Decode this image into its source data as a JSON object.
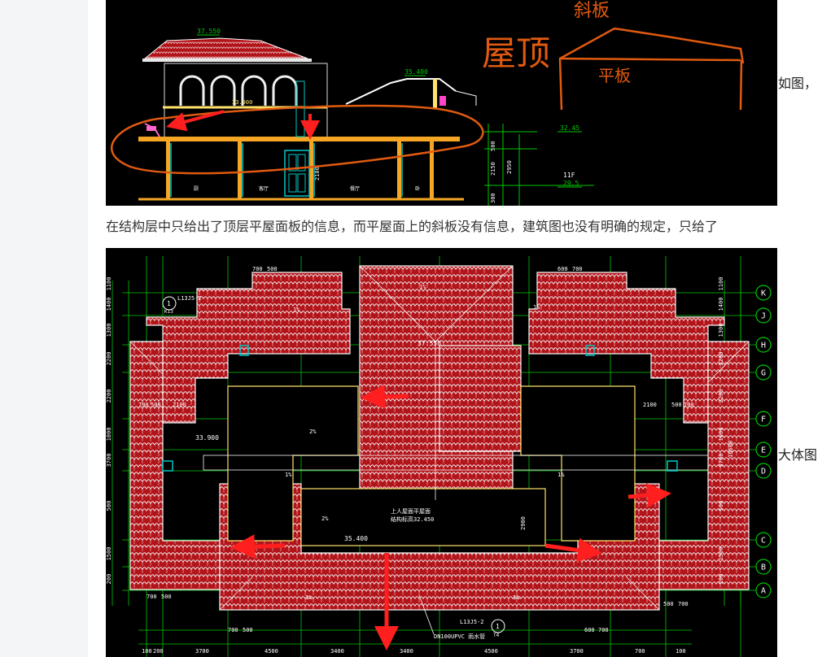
{
  "article": {
    "caption_1": "如图，",
    "paragraph": "在结构层中只给出了顶层平屋面板的信息，而平屋面上的斜板没有信息，建筑图也没有明确的规定，只给了",
    "caption_2": "大体图"
  },
  "section_drawing": {
    "elevations": [
      "37.550",
      "35.400",
      "33.900",
      "32.45",
      "29.5"
    ],
    "floor_label": "11F",
    "dims": [
      "500",
      "2150",
      "2950",
      "2100",
      "300"
    ],
    "handwriting": {
      "roof": "屋顶",
      "slope_slab": "斜板",
      "flat_slab": "平板"
    }
  },
  "plan_drawing": {
    "grid_labels": [
      "K",
      "J",
      "H",
      "G",
      "F",
      "E",
      "D",
      "C",
      "B",
      "A"
    ],
    "left_dims": [
      "1100",
      "1400",
      "1300",
      "2200",
      "2200",
      "1000",
      "3700",
      "500",
      "1500",
      "200"
    ],
    "right_dims": [
      "1100",
      "1400",
      "1300",
      "2200",
      "2200",
      "1000",
      "3700",
      "500",
      "1500",
      "200"
    ],
    "right_total": "16500",
    "bottom_dims": [
      "100",
      "200",
      "3700",
      "4500",
      "3400",
      "3400",
      "4500",
      "3700",
      "700",
      "100"
    ],
    "top_small_dims": [
      "700",
      "500",
      "600",
      "700"
    ],
    "side_small_dims": [
      "700",
      "500",
      "2100",
      "2100",
      "500",
      "700",
      "700",
      "500",
      "500",
      "700",
      "700",
      "500",
      "600",
      "700"
    ],
    "elevations": [
      "37.550",
      "33.900",
      "35.400"
    ],
    "slopes": [
      "1%",
      "2%"
    ],
    "detail_refs": [
      "L13J5-2",
      "K13",
      "L13J5-2",
      "T4"
    ],
    "detail_numbers": [
      "1",
      "1"
    ],
    "note_line1": "上人屋面平屋面",
    "note_line2": "结构标高32.450",
    "drain_note": "DN100UPVC 雨水管",
    "inner_dims": [
      "2900",
      "700"
    ]
  },
  "colors": {
    "cad_background": "#000000",
    "roof_tile": "#c4161c",
    "grid_line": "#00c800",
    "arrow": "#ff1f1f",
    "annotation_ink": "#e05a10",
    "ridge": "#f2f2f2",
    "parapet": "#ffe36b"
  }
}
